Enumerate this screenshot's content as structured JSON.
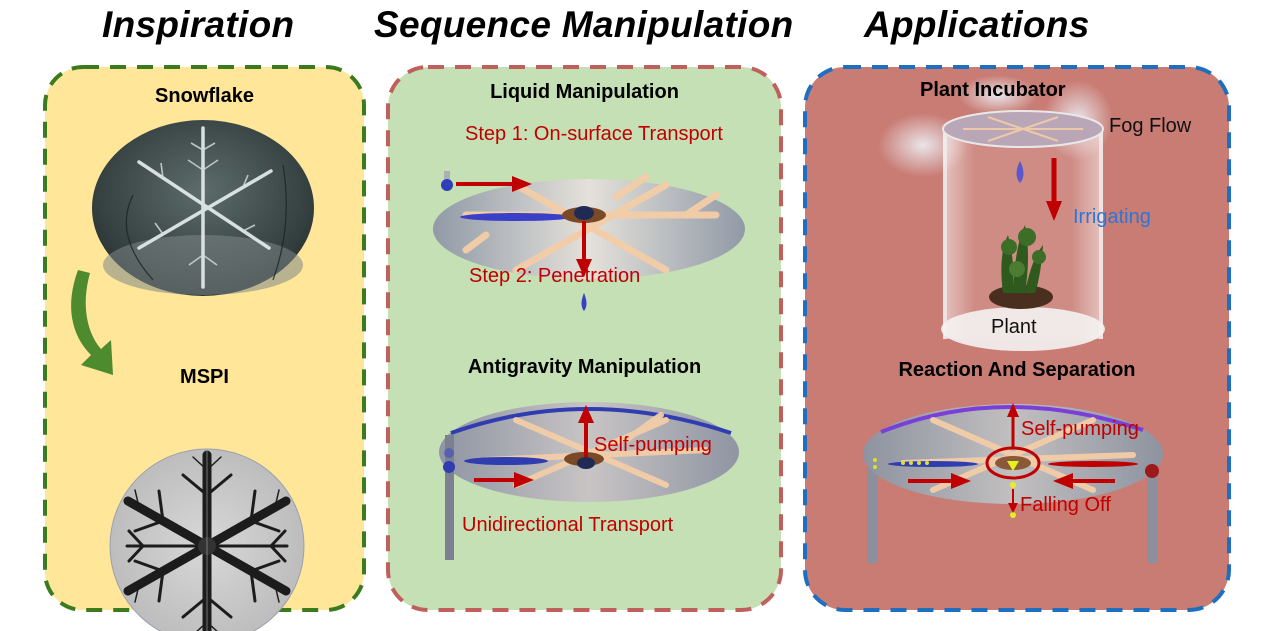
{
  "headings": {
    "inspiration": "Inspiration",
    "sequence": "Sequence Manipulation",
    "applications": "Applications"
  },
  "colors": {
    "inspiration_fill": "#FFE699",
    "inspiration_border": "#3B7A1E",
    "sequence_fill": "#C5E0B4",
    "sequence_border": "#C0605C",
    "applications_fill": "#C87C74",
    "applications_border": "#1F6FC0",
    "arrow_red": "#C00000",
    "arrow_green": "#4E8A2E",
    "droplet_blue": "#3A3FC8",
    "pattern_peach": "#F4CDA8"
  },
  "inspiration": {
    "snowflake_title": "Snowflake",
    "mspi_title": "MSPI"
  },
  "sequence": {
    "liquid": {
      "title": "Liquid Manipulation",
      "step1": "Step 1: On-surface Transport",
      "step2": "Step 2: Penetration"
    },
    "antigravity": {
      "title": "Antigravity Manipulation",
      "pumping": "Self-pumping",
      "transport": "Unidirectional Transport"
    }
  },
  "applications": {
    "incubator": {
      "title": "Plant Incubator",
      "fog": "Fog Flow",
      "irrigating": "Irrigating",
      "plant": "Plant"
    },
    "reaction": {
      "title": "Reaction And Separation",
      "pumping": "Self-pumping",
      "falling": "Falling Off"
    }
  }
}
